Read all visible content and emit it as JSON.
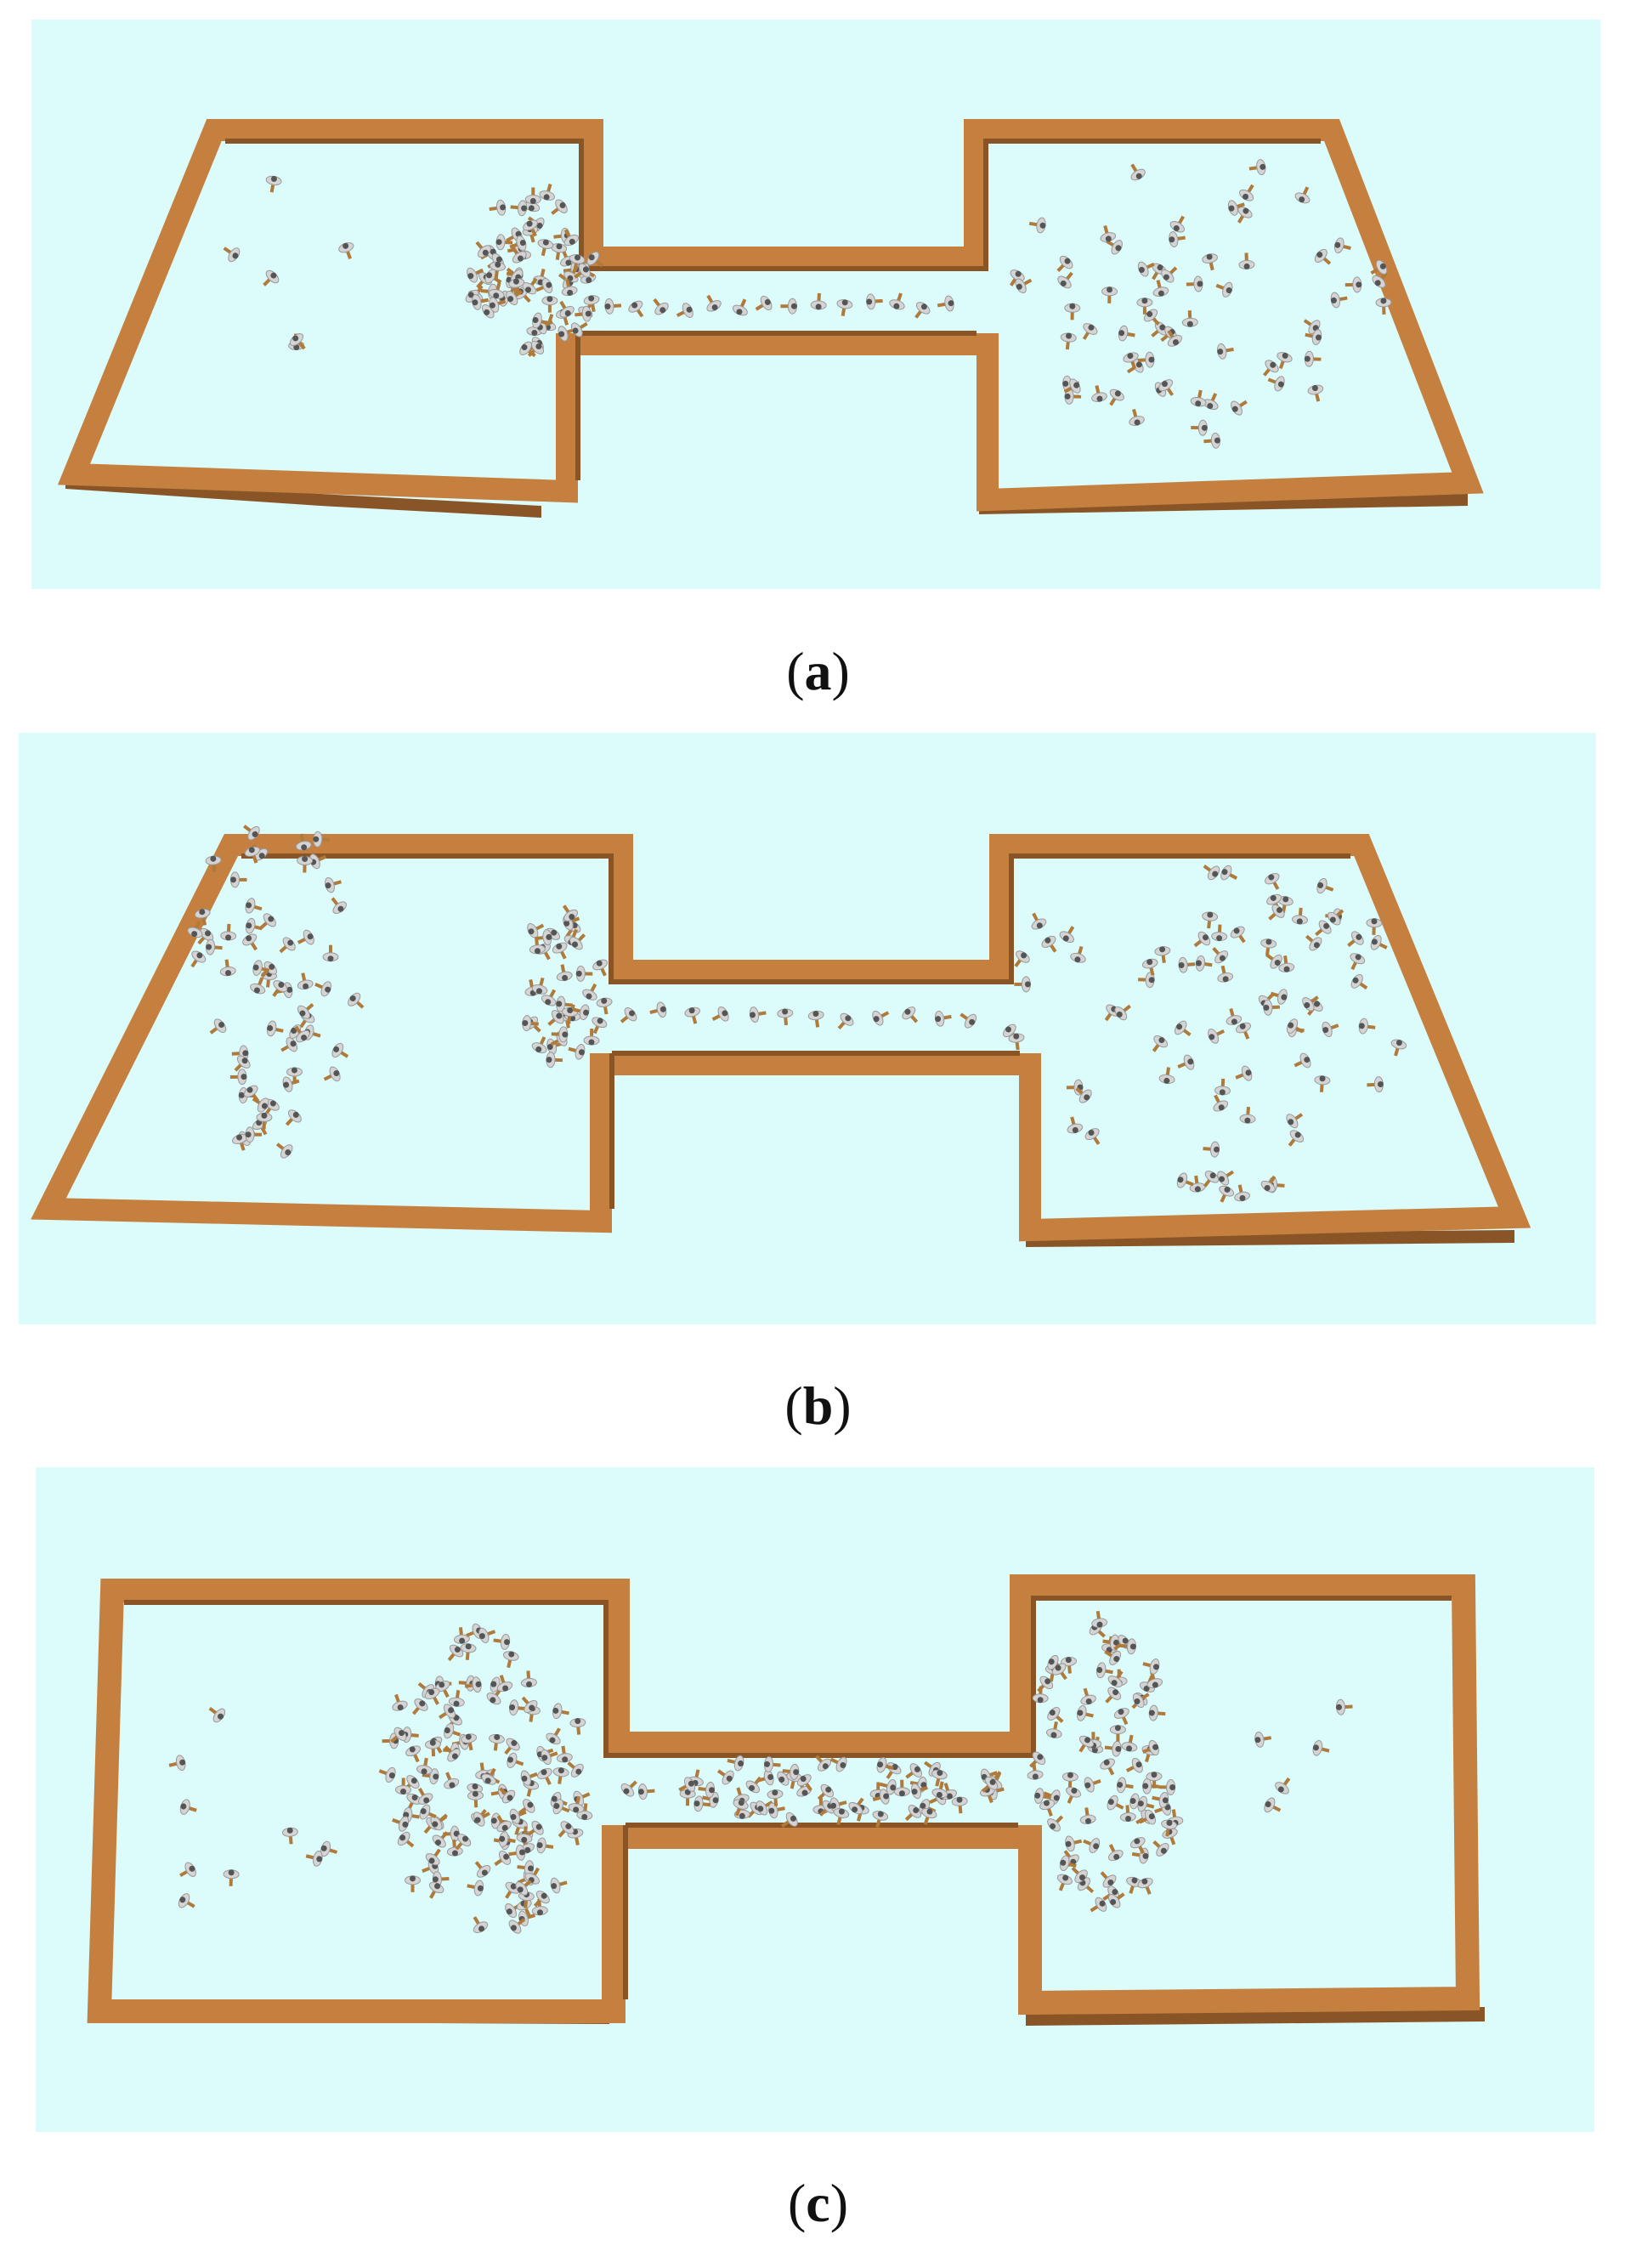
{
  "panels": [
    {
      "id": "a",
      "caption_open": "(",
      "caption_letter": "a",
      "caption_close": ")"
    },
    {
      "id": "b",
      "caption_open": "(",
      "caption_letter": "b",
      "caption_close": ")"
    },
    {
      "id": "c",
      "caption_open": "(",
      "caption_letter": "c",
      "caption_close": ")"
    }
  ],
  "colors": {
    "background": "#dcfbfb",
    "wall_top": "#c5803f",
    "wall_side": "#8a5526",
    "pedestrian_body": "#d4d4d4",
    "pedestrian_shadow": "#555555",
    "pedestrian_legs": "#b07a3a"
  }
}
